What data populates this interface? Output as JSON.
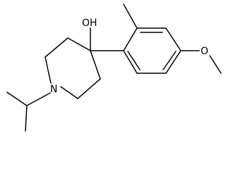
{
  "molecule": {
    "atom_labels": {
      "hydroxyl": "OH",
      "nitrogen": "N",
      "methoxy_oxygen": "O"
    }
  }
}
